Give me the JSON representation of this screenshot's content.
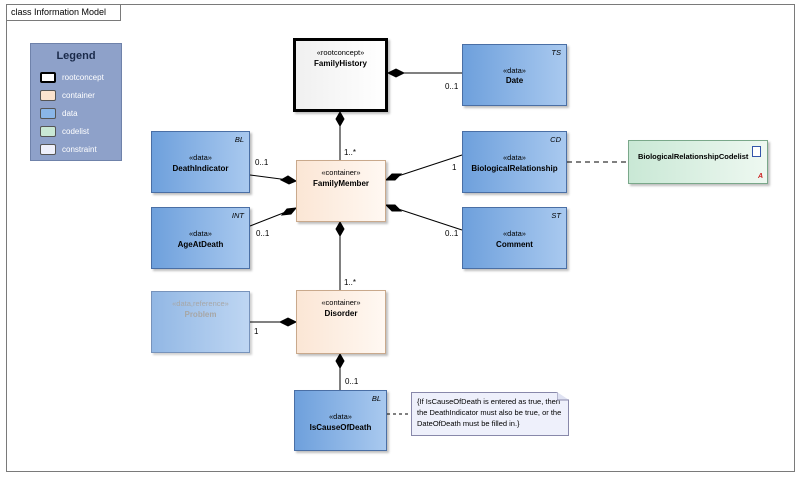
{
  "frame": {
    "title": "class Information Model"
  },
  "legend": {
    "title": "Legend",
    "items": [
      {
        "label": "rootconcept",
        "color": "#ffffff",
        "border": "#000000"
      },
      {
        "label": "container",
        "color": "#fbe3cf"
      },
      {
        "label": "data",
        "color": "#8ab6e8"
      },
      {
        "label": "codelist",
        "color": "#c9e8d5"
      },
      {
        "label": "constraint",
        "color": "#eef0fb"
      }
    ]
  },
  "classes": {
    "family_history": {
      "stereotype": "«rootconcept»",
      "name": "FamilyHistory"
    },
    "date": {
      "stereotype": "«data»",
      "name": "Date",
      "type": "TS"
    },
    "death_indicator": {
      "stereotype": "«data»",
      "name": "DeathIndicator",
      "type": "BL"
    },
    "family_member": {
      "stereotype": "«container»",
      "name": "FamilyMember"
    },
    "biological_relationship": {
      "stereotype": "«data»",
      "name": "BiologicalRelationship",
      "type": "CD"
    },
    "age_at_death": {
      "stereotype": "«data»",
      "name": "AgeAtDeath",
      "type": "INT"
    },
    "comment": {
      "stereotype": "«data»",
      "name": "Comment",
      "type": "ST"
    },
    "problem": {
      "stereotype": "«data,reference»",
      "name": "Problem"
    },
    "disorder": {
      "stereotype": "«container»",
      "name": "Disorder"
    },
    "is_cause_of_death": {
      "stereotype": "«data»",
      "name": "IsCauseOfDeath",
      "type": "BL"
    },
    "codelist": {
      "name": "BiologicalRelationshipCodelist",
      "mark": "A"
    }
  },
  "multiplicities": {
    "date": "0..1",
    "family_member": "1..*",
    "death_indicator": "0..1",
    "biological_relationship": "1",
    "age_at_death": "0..1",
    "comment": "0..1",
    "disorder": "1..*",
    "problem": "1",
    "is_cause_of_death": "0..1"
  },
  "note": {
    "text": "{If IsCauseOfDeath is entered as true, then the DeathIndicator must also be true, or the DateOfDeath must be filled in.}"
  }
}
